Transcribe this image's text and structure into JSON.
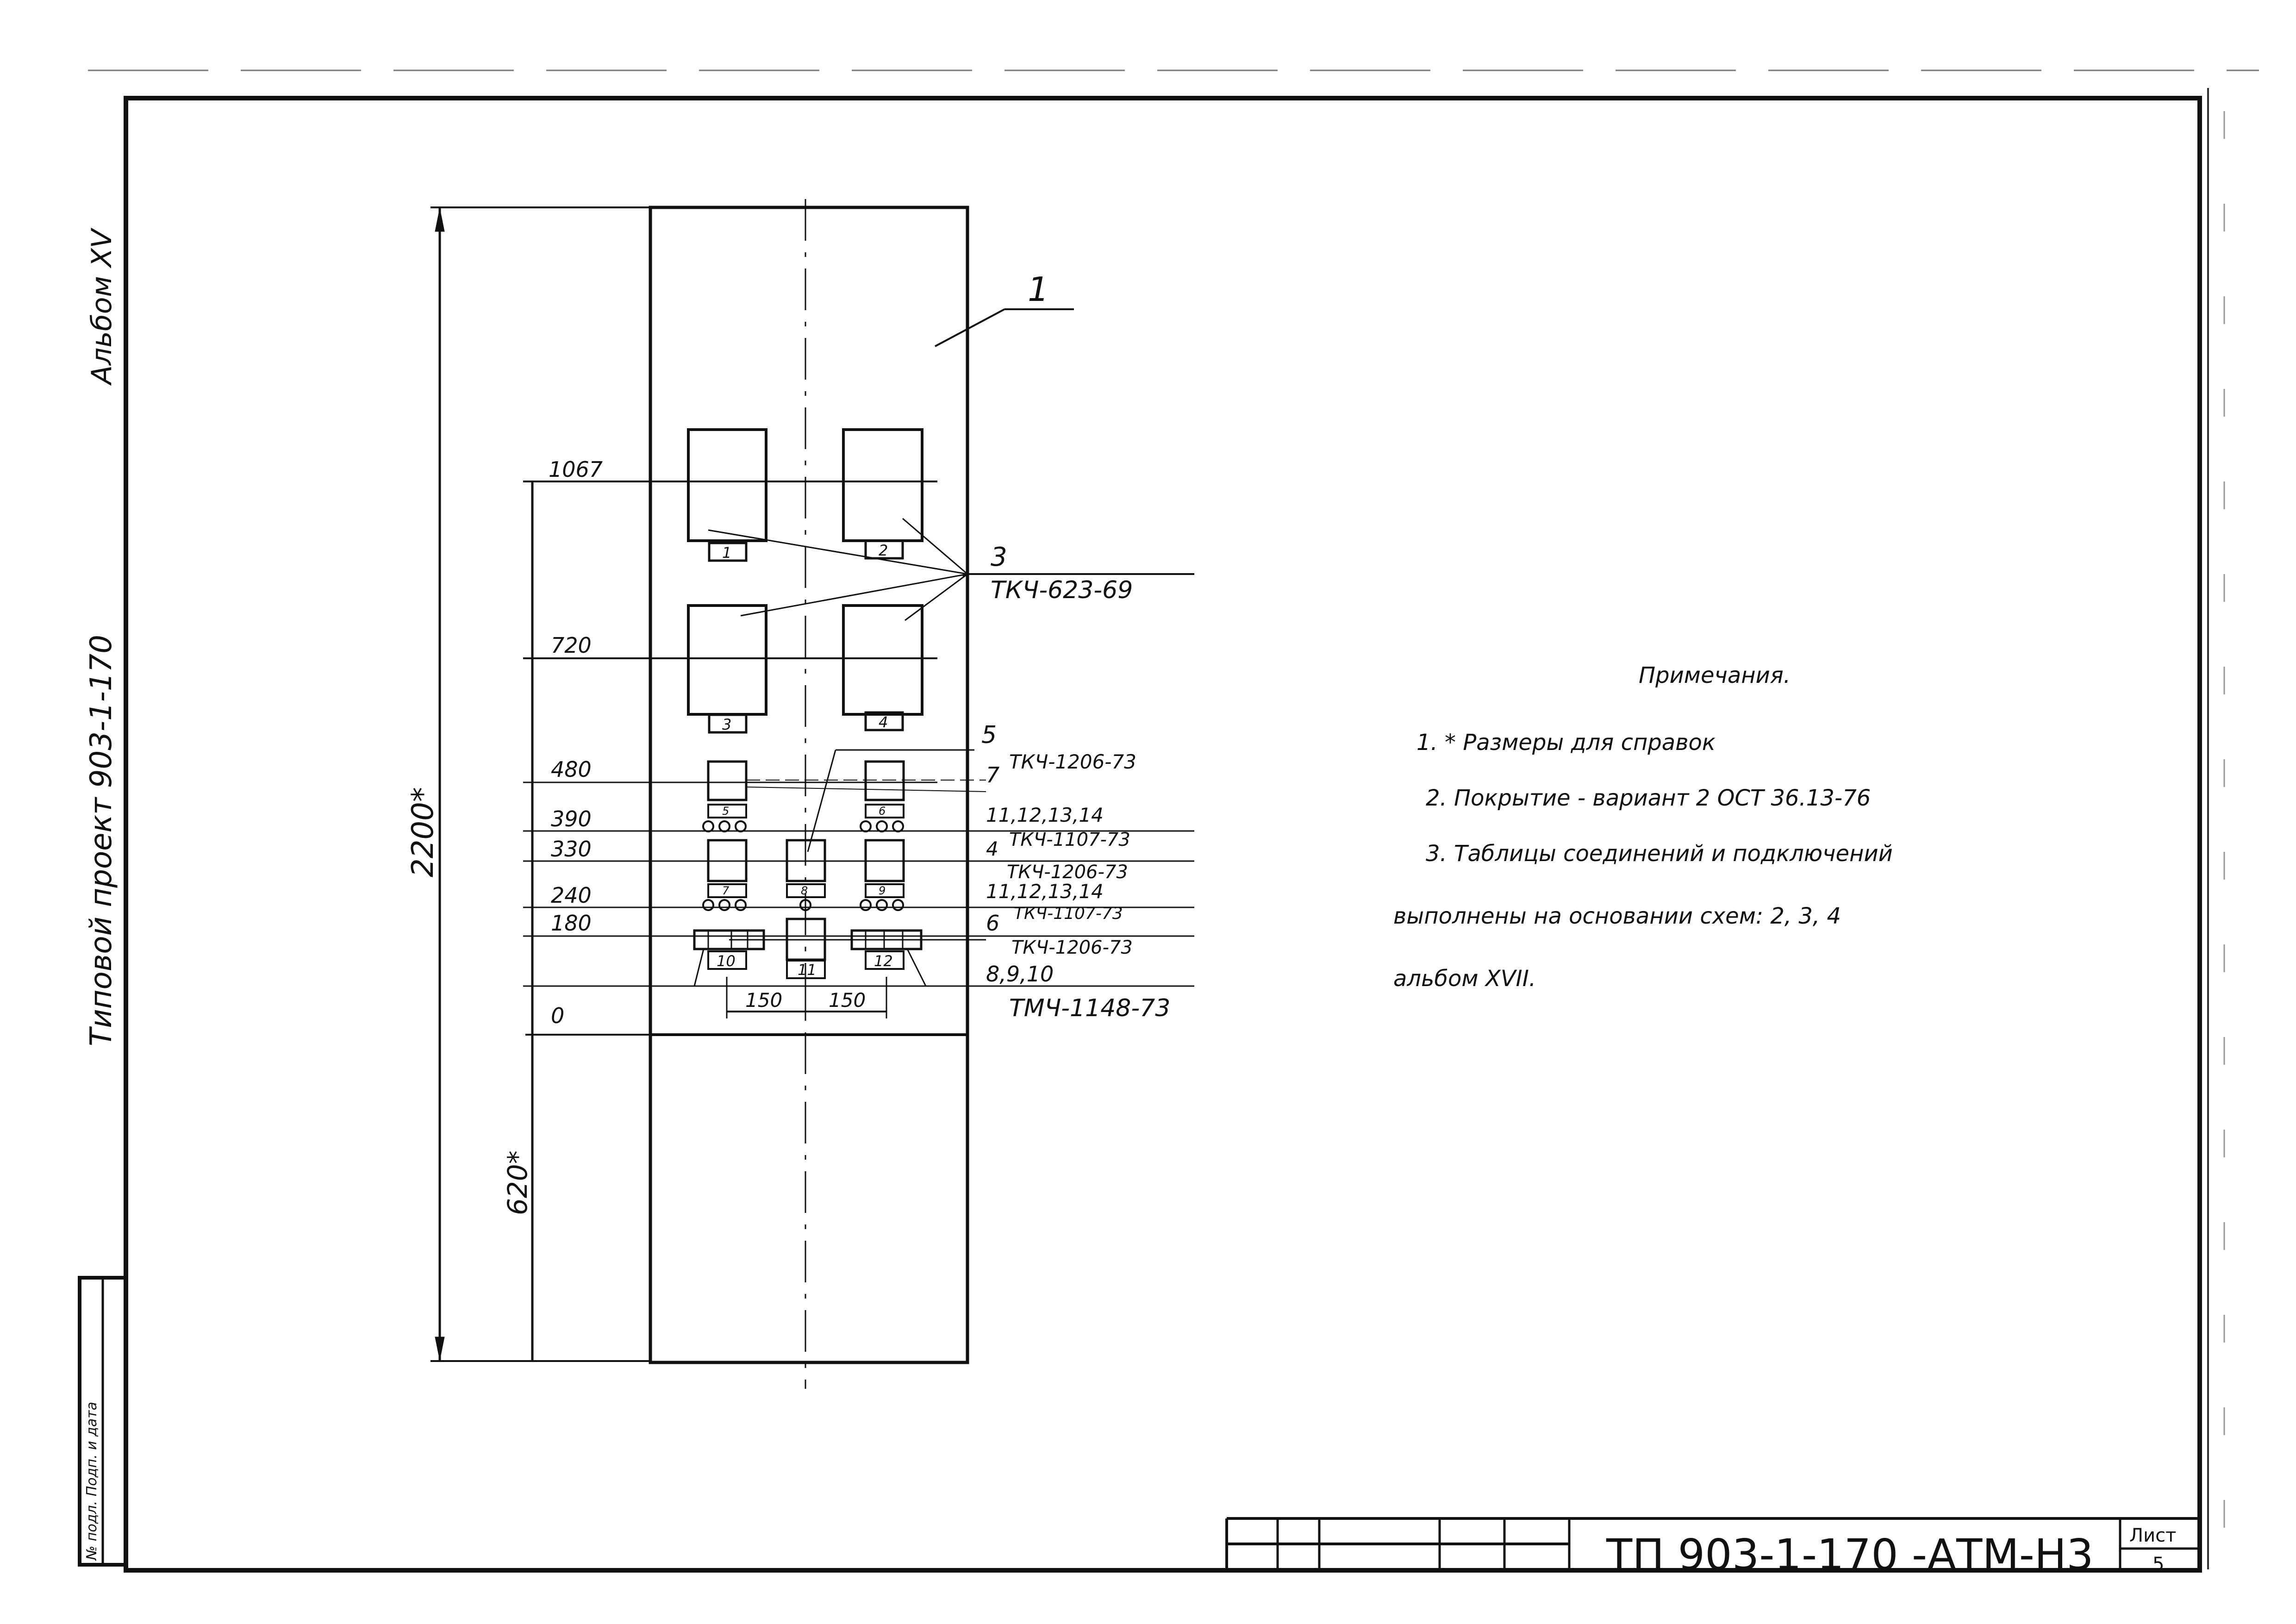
{
  "side_labels": {
    "album": "Альбом XV",
    "project": "Типовой проект 903-1-170",
    "signature_box": "№ подл. Подп. и дата"
  },
  "frame": {
    "title_block": {
      "code": "ТП 903-1-170 -АТМ-Н3",
      "sheet_label": "Лист",
      "sheet_number": "5"
    }
  },
  "drawing": {
    "position_marker": "1",
    "total_height": "2200*",
    "lower_height": "620*",
    "levels": [
      "1067",
      "720",
      "480",
      "390",
      "330",
      "240",
      "180",
      "0"
    ],
    "spacing": [
      "150",
      "150"
    ],
    "device_numbers": [
      "1",
      "2",
      "3",
      "4",
      "5",
      "6",
      "7",
      "8",
      "9",
      "10",
      "11",
      "12"
    ],
    "callouts": [
      {
        "position": "3",
        "type": "ТКЧ-623-69"
      },
      {
        "position": "5",
        "type": ""
      },
      {
        "position": "7",
        "type": "ТКЧ-1206-73"
      },
      {
        "position": "11,12,13,14",
        "type": ""
      },
      {
        "position": "4",
        "type": "ТКЧ-1107-73"
      },
      {
        "position": "",
        "type": "ТКЧ-1206-73"
      },
      {
        "position": "11,12,13,14",
        "type": ""
      },
      {
        "position": "6",
        "type": "ТКЧ-1107-73"
      },
      {
        "position": "",
        "type": "ТКЧ-1206-73"
      },
      {
        "position": "8,9,10",
        "type": ""
      },
      {
        "position": "",
        "type": "ТМЧ-1148-73"
      }
    ]
  },
  "notes": {
    "title": "Примечания.",
    "items": [
      "1. * Размеры для справок",
      "2. Покрытие - вариант 2 ОСТ 36.13-76",
      "3. Таблицы соединений и подключений",
      "выполнены на основании схем: 2, 3, 4",
      "альбом XVII."
    ]
  }
}
